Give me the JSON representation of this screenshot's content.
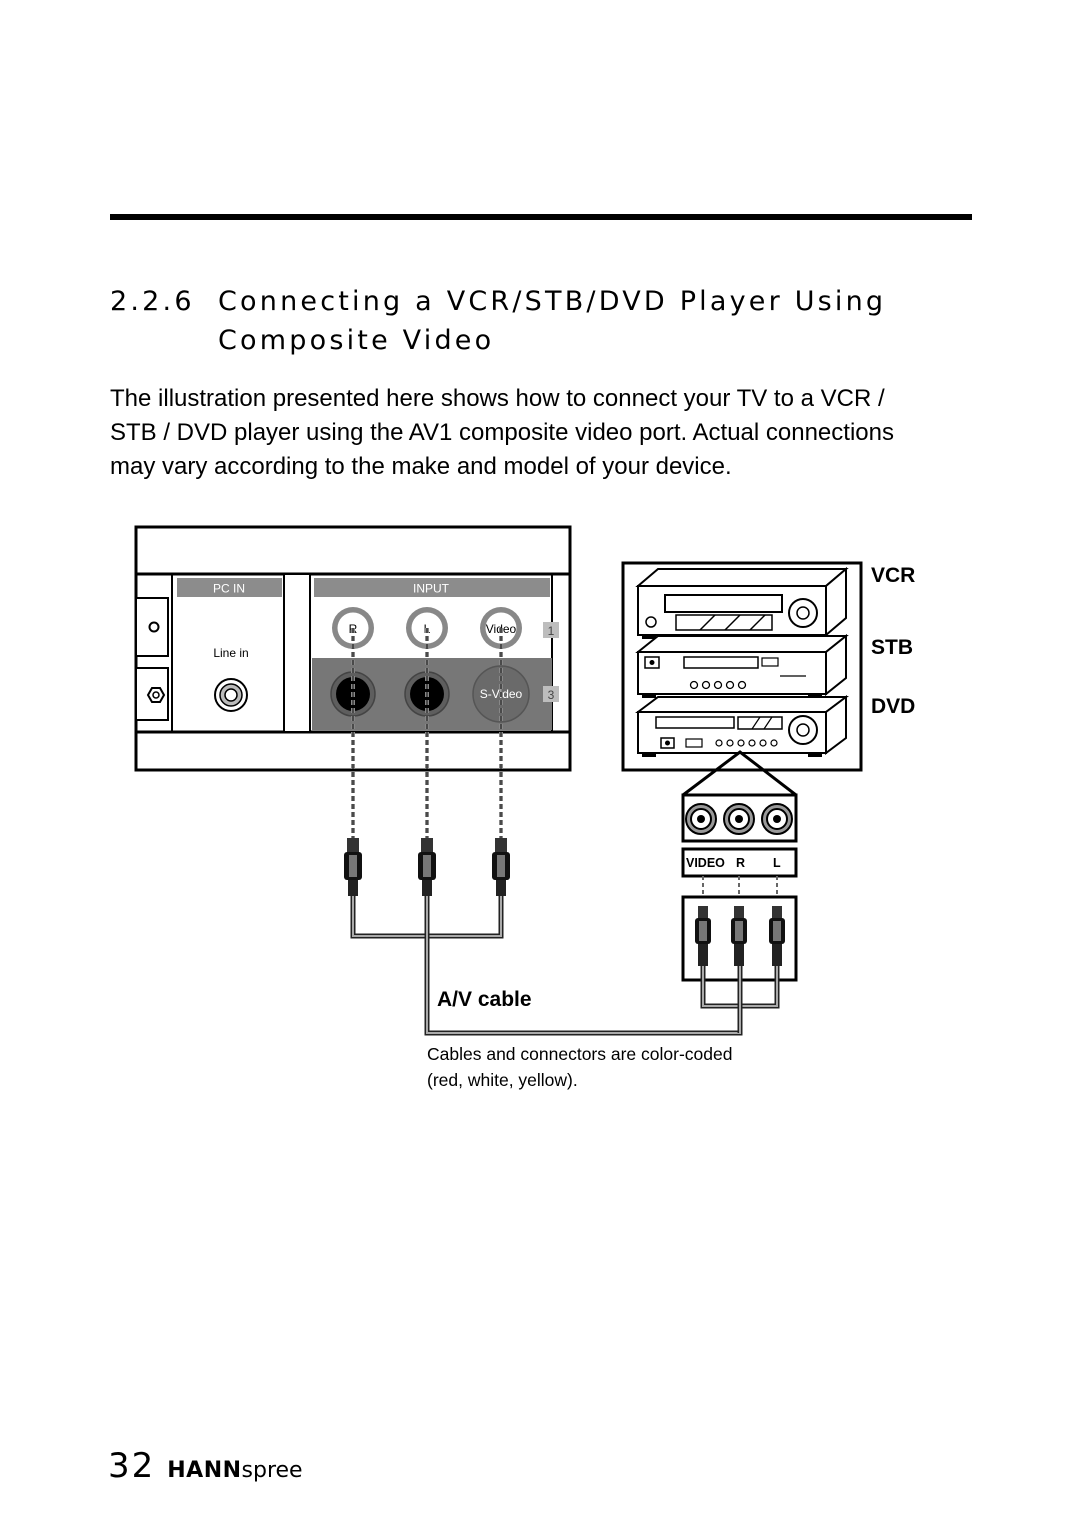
{
  "section": {
    "number": "2.2.6",
    "title_line1": "Connecting a VCR/STB/DVD Player Using",
    "title_line2": "Composite Video"
  },
  "body": {
    "paragraph_line1": "The illustration presented here shows how to connect your TV to a VCR /",
    "paragraph_line2": "STB / DVD player using the AV1 composite video port. Actual connections",
    "paragraph_line3": "may vary according to the make and model of your device."
  },
  "figure": {
    "tv_panel": {
      "pc_in_header": "PC IN",
      "input_header": "INPUT",
      "line_in_label": "Line in",
      "jack_r": "R",
      "jack_l": "L",
      "jack_video": "Video",
      "svideo_label": "S-Video",
      "badge_1": "1",
      "badge_3": "3"
    },
    "devices": {
      "vcr": "VCR",
      "stb": "STB",
      "dvd": "DVD"
    },
    "device_ports": {
      "video": "VIDEO",
      "r": "R",
      "l": "L"
    },
    "cable_label": "A/V cable",
    "caption_line1": "Cables and connectors are color-coded",
    "caption_line2": "(red, white, yellow)."
  },
  "footer": {
    "page_number": "32",
    "brand_bold": "HANN",
    "brand_light": "spree"
  }
}
